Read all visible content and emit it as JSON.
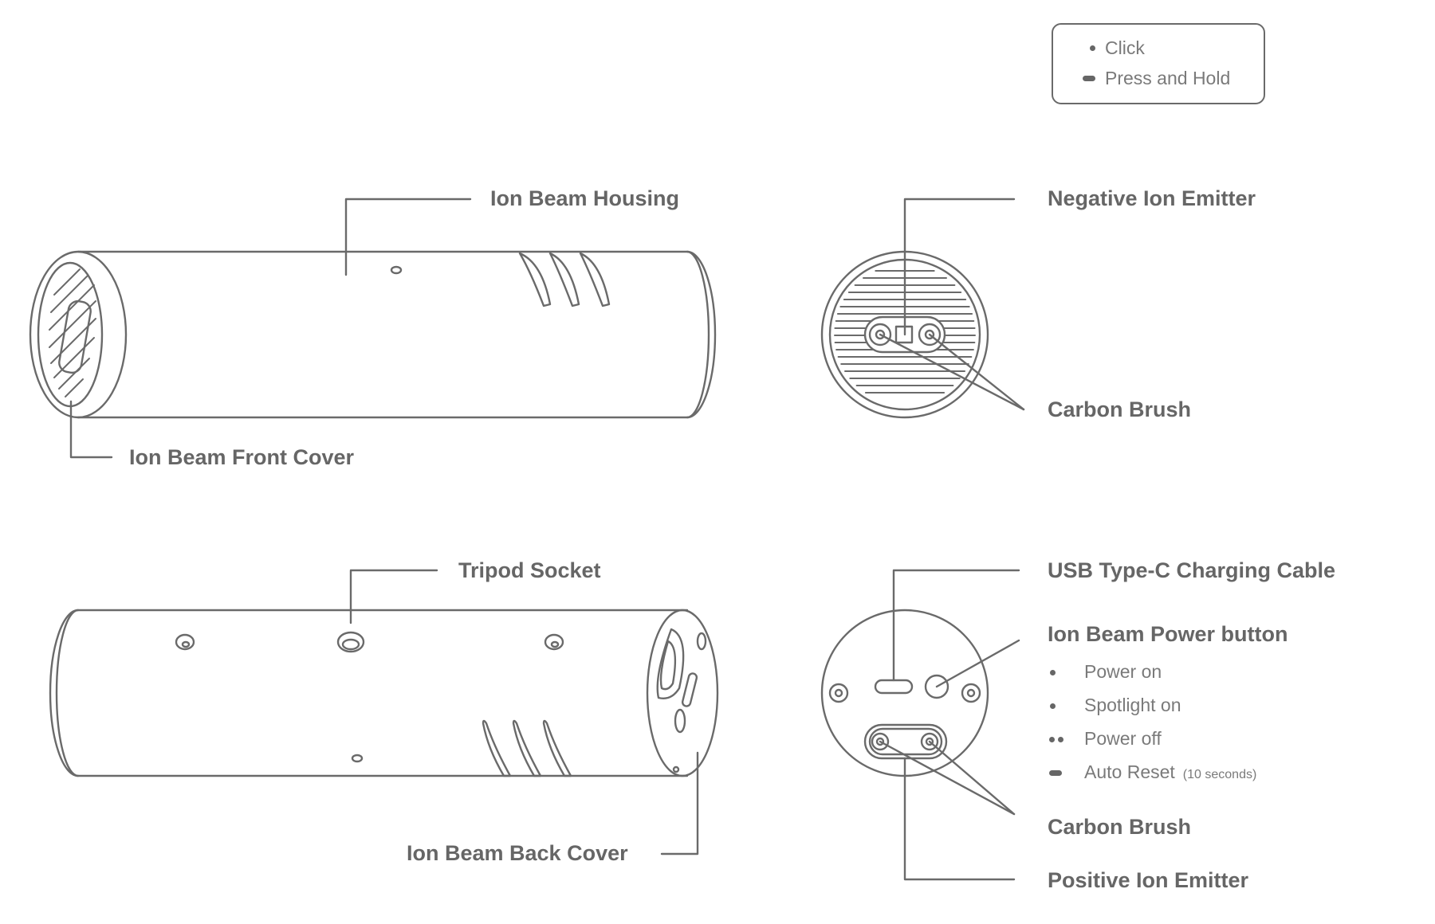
{
  "legend": {
    "click": "Click",
    "hold": "Press and Hold"
  },
  "labels": {
    "housing": "Ion Beam Housing",
    "front_cover": "Ion Beam Front Cover",
    "negative_emitter": "Negative Ion Emitter",
    "carbon_brush_top": "Carbon Brush",
    "tripod": "Tripod Socket",
    "back_cover": "Ion Beam Back Cover",
    "usb": "USB Type-C Charging Cable",
    "power_button": "Ion Beam Power button",
    "carbon_brush_bottom": "Carbon Brush",
    "positive_emitter": "Positive Ion Emitter"
  },
  "power_actions": [
    {
      "text": "Power on",
      "marker": "click"
    },
    {
      "text": "Spotlight on",
      "marker": "click"
    },
    {
      "text": "Power off",
      "marker": "double-click"
    },
    {
      "text": "Auto Reset",
      "note": "(10 seconds)",
      "marker": "press-and-hold"
    }
  ],
  "colors": {
    "line": "#6a6a6a",
    "text": "#666666"
  }
}
